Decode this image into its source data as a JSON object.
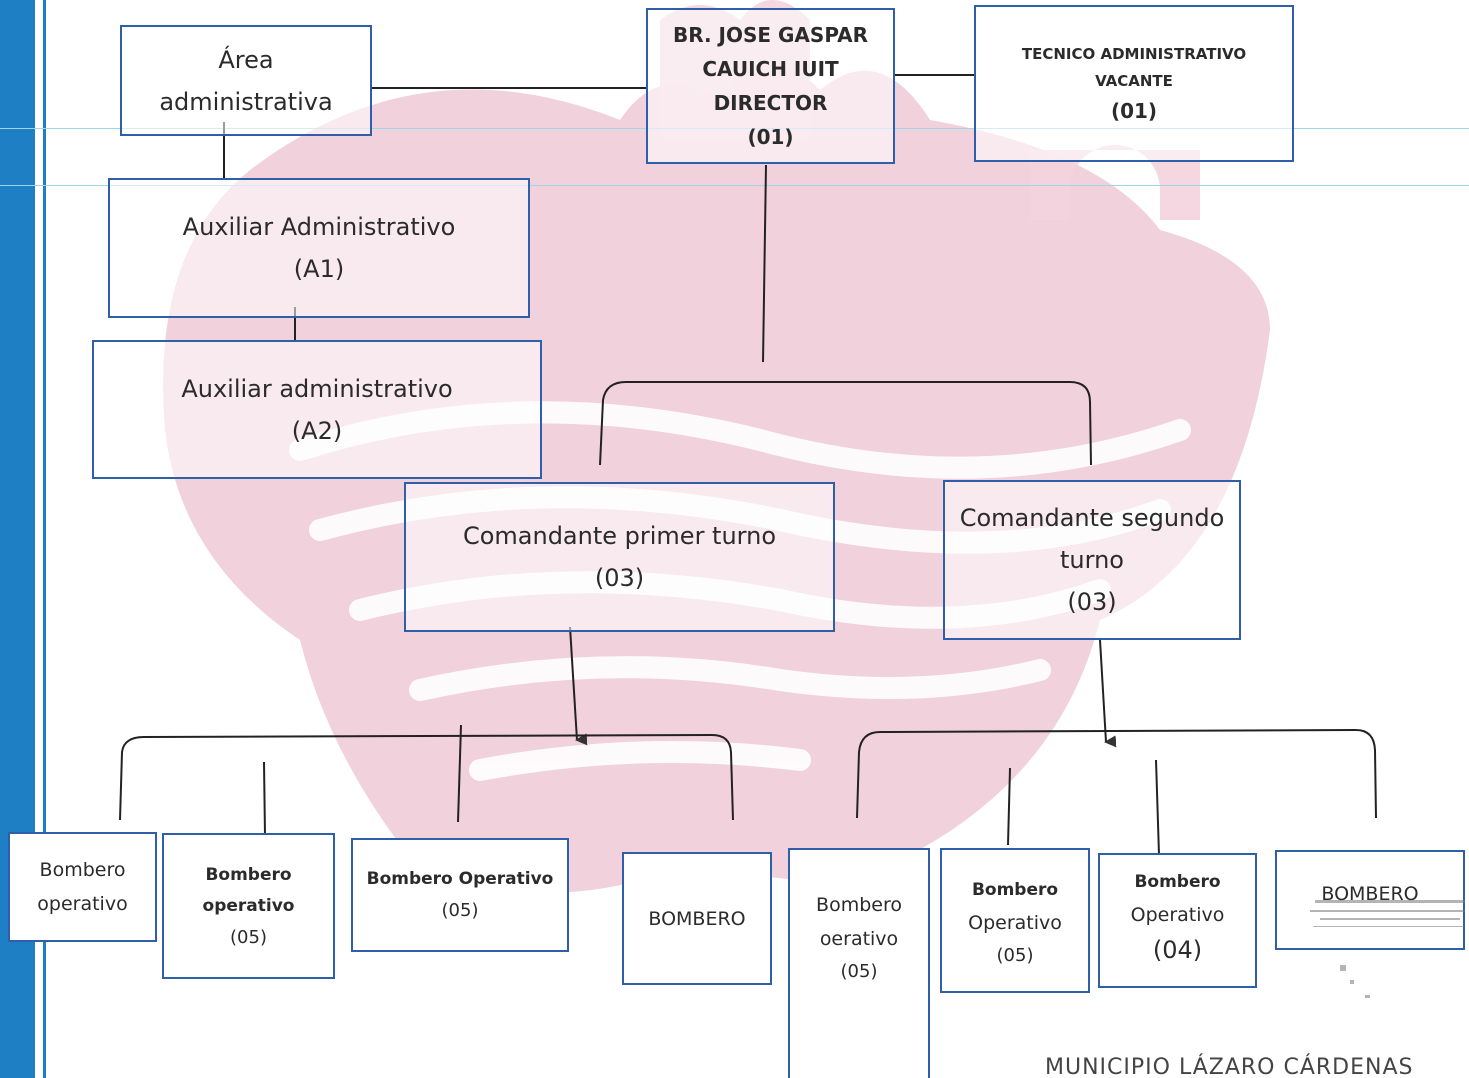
{
  "area_admin": {
    "line1": "Área",
    "line2": "administrativa"
  },
  "director": {
    "line1": "BR. JOSE GASPAR",
    "line2": "CAUICH IUIT",
    "line3": "DIRECTOR",
    "count": "(01)"
  },
  "tecnico": {
    "line1": "TECNICO ADMINISTRATIVO",
    "line2": "VACANTE",
    "count": "(01)"
  },
  "aux_a1": {
    "line1": "Auxiliar Administrativo",
    "code": "(A1)"
  },
  "aux_a2": {
    "line1": "Auxiliar administrativo",
    "code": "(A2)"
  },
  "comandante_1": {
    "line1": "Comandante primer turno",
    "count": "(03)"
  },
  "comandante_2": {
    "line1": "Comandante segundo",
    "line2": "turno",
    "count": "(03)"
  },
  "bomberos": [
    {
      "line1": "Bombero",
      "line2": "operativo"
    },
    {
      "line1": "Bombero",
      "line2": "operativo",
      "count": "(05)"
    },
    {
      "line1": "Bombero Operativo",
      "count": "(05)"
    },
    {
      "line1": "BOMBERO"
    },
    {
      "line1": "Bombero",
      "line2": "oerativo",
      "count": "(05)"
    },
    {
      "line1": "Bombero",
      "line2": "Operativo",
      "count": "(05)"
    },
    {
      "line1": "Bombero",
      "line2": "Operativo",
      "count": "(04)"
    },
    {
      "line1": "BOMBERO"
    }
  ],
  "footer": "MUNICIPIO LÁZARO CÁRDENAS",
  "colors": {
    "box_border": "#2f5fa8",
    "side_band": "#1f7fc4",
    "watermark": "#e8b4c6",
    "connector": "#222222"
  }
}
